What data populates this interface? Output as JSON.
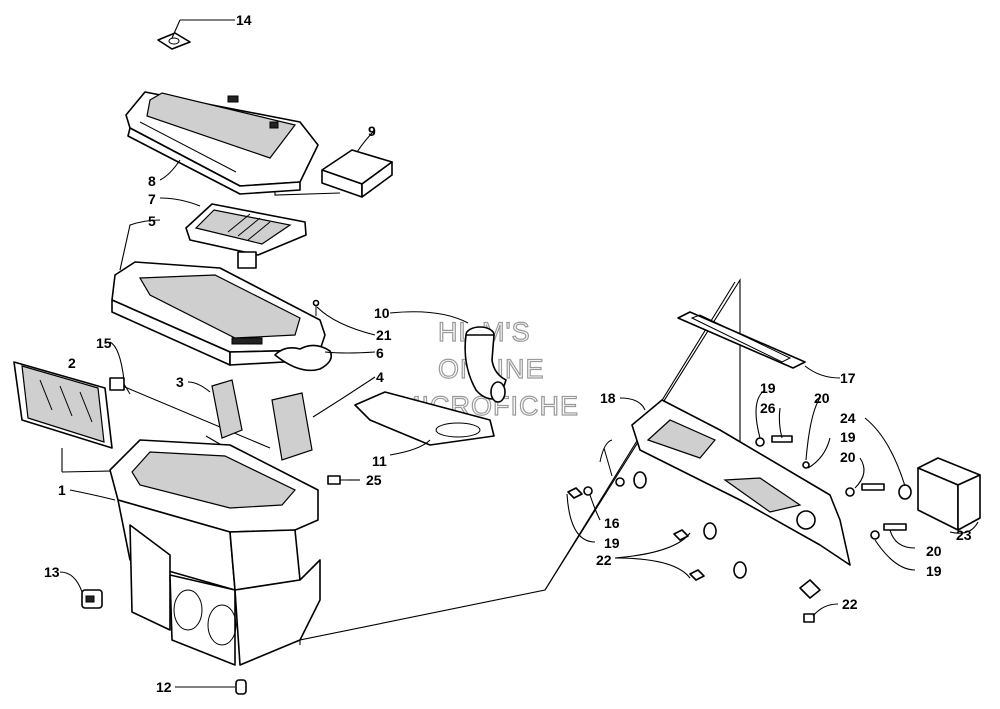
{
  "watermark": {
    "line1": "HL M'S",
    "line2": "ONLINE",
    "line3": "MICROFICHE"
  },
  "callouts": [
    {
      "id": "c14",
      "label": "14"
    },
    {
      "id": "c9",
      "label": "9"
    },
    {
      "id": "c8",
      "label": "8"
    },
    {
      "id": "c7",
      "label": "7"
    },
    {
      "id": "c5",
      "label": "5"
    },
    {
      "id": "c21",
      "label": "21"
    },
    {
      "id": "c6",
      "label": "6"
    },
    {
      "id": "c10",
      "label": "10"
    },
    {
      "id": "c15",
      "label": "15"
    },
    {
      "id": "c2",
      "label": "2"
    },
    {
      "id": "c3",
      "label": "3"
    },
    {
      "id": "c4",
      "label": "4"
    },
    {
      "id": "c11",
      "label": "11"
    },
    {
      "id": "c25",
      "label": "25"
    },
    {
      "id": "c1",
      "label": "1"
    },
    {
      "id": "c13",
      "label": "13"
    },
    {
      "id": "c12",
      "label": "12"
    },
    {
      "id": "c17",
      "label": "17"
    },
    {
      "id": "c18",
      "label": "18"
    },
    {
      "id": "c19a",
      "label": "19"
    },
    {
      "id": "c26",
      "label": "26"
    },
    {
      "id": "c20a",
      "label": "20"
    },
    {
      "id": "c24",
      "label": "24"
    },
    {
      "id": "c19b",
      "label": "19"
    },
    {
      "id": "c20b",
      "label": "20"
    },
    {
      "id": "c16",
      "label": "16"
    },
    {
      "id": "c19c",
      "label": "19"
    },
    {
      "id": "c22a",
      "label": "22"
    },
    {
      "id": "c23",
      "label": "23"
    },
    {
      "id": "c20c",
      "label": "20"
    },
    {
      "id": "c19d",
      "label": "19"
    },
    {
      "id": "c22b",
      "label": "22"
    }
  ]
}
